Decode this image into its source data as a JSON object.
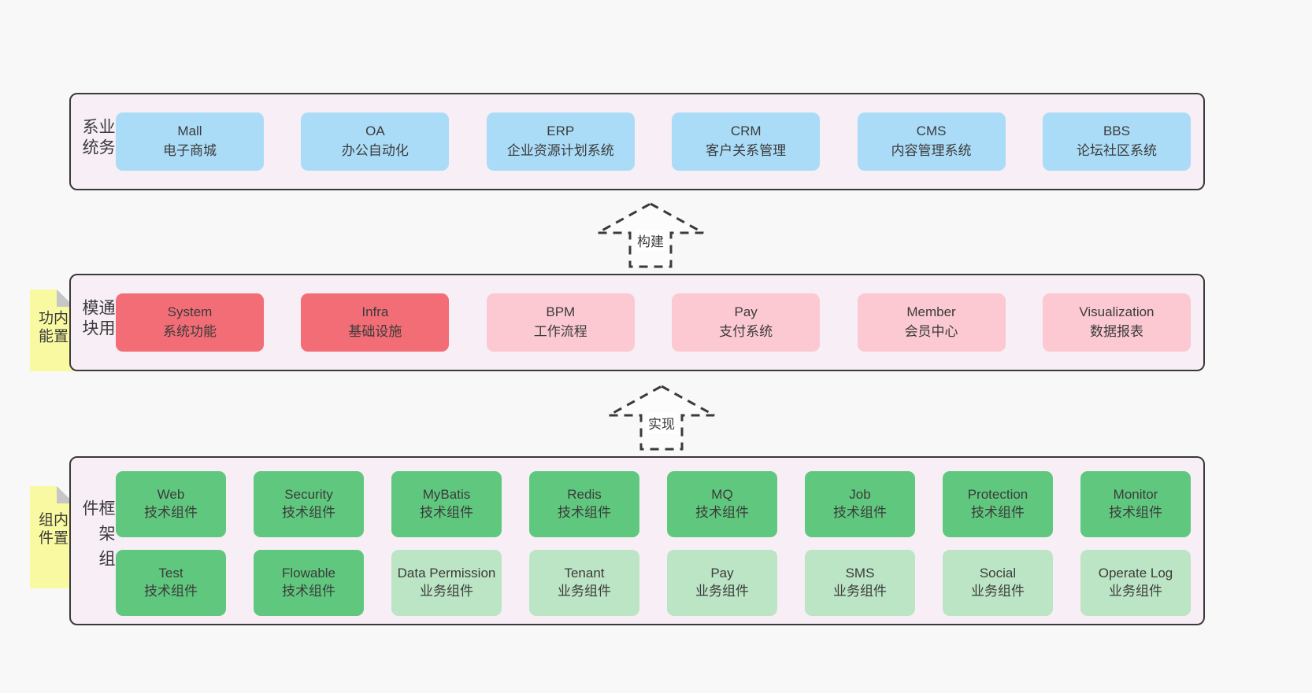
{
  "diagram": {
    "colors": {
      "page_bg": "#f8f8f8",
      "panel_bg": "#f7eef6",
      "panel_border": "#3a3a3a",
      "box_blue": "#abdcf7",
      "box_red": "#f26d75",
      "box_pink": "#fcc9d2",
      "box_green": "#60c87e",
      "box_light_green": "#bce5c5",
      "tab_yellow": "#f9f9a1",
      "fold_gray": "#c6c6c6"
    },
    "arrows": [
      {
        "label": "构建"
      },
      {
        "label": "实现"
      }
    ],
    "layers": [
      {
        "side_label": "业务系统",
        "rows": [
          [
            {
              "en": "Mall",
              "zh": "电子商城",
              "color": "blue"
            },
            {
              "en": "OA",
              "zh": "办公自动化",
              "color": "blue"
            },
            {
              "en": "ERP",
              "zh": "企业资源计划系统",
              "color": "blue"
            },
            {
              "en": "CRM",
              "zh": "客户关系管理",
              "color": "blue"
            },
            {
              "en": "CMS",
              "zh": "内容管理系统",
              "color": "blue"
            },
            {
              "en": "BBS",
              "zh": "论坛社区系统",
              "color": "blue"
            }
          ]
        ]
      },
      {
        "side_label": "通用模块",
        "tab_label": "内置功能",
        "rows": [
          [
            {
              "en": "System",
              "zh": "系统功能",
              "color": "red"
            },
            {
              "en": "Infra",
              "zh": "基础设施",
              "color": "red"
            },
            {
              "en": "BPM",
              "zh": "工作流程",
              "color": "pink"
            },
            {
              "en": "Pay",
              "zh": "支付系统",
              "color": "pink"
            },
            {
              "en": "Member",
              "zh": "会员中心",
              "color": "pink"
            },
            {
              "en": "Visualization",
              "zh": "数据报表",
              "color": "pink"
            }
          ]
        ]
      },
      {
        "side_label": "框架组件",
        "tab_label": "内置组件",
        "rows": [
          [
            {
              "en": "Web",
              "zh": "技术组件",
              "color": "green"
            },
            {
              "en": "Security",
              "zh": "技术组件",
              "color": "green"
            },
            {
              "en": "MyBatis",
              "zh": "技术组件",
              "color": "green"
            },
            {
              "en": "Redis",
              "zh": "技术组件",
              "color": "green"
            },
            {
              "en": "MQ",
              "zh": "技术组件",
              "color": "green"
            },
            {
              "en": "Job",
              "zh": "技术组件",
              "color": "green"
            },
            {
              "en": "Protection",
              "zh": "技术组件",
              "color": "green"
            },
            {
              "en": "Monitor",
              "zh": "技术组件",
              "color": "green"
            }
          ],
          [
            {
              "en": "Test",
              "zh": "技术组件",
              "color": "green"
            },
            {
              "en": "Flowable",
              "zh": "技术组件",
              "color": "green"
            },
            {
              "en": "Data Permission",
              "zh": "业务组件",
              "color": "lightgreen"
            },
            {
              "en": "Tenant",
              "zh": "业务组件",
              "color": "lightgreen"
            },
            {
              "en": "Pay",
              "zh": "业务组件",
              "color": "lightgreen"
            },
            {
              "en": "SMS",
              "zh": "业务组件",
              "color": "lightgreen"
            },
            {
              "en": "Social",
              "zh": "业务组件",
              "color": "lightgreen"
            },
            {
              "en": "Operate Log",
              "zh": "业务组件",
              "color": "lightgreen"
            }
          ]
        ]
      }
    ]
  }
}
